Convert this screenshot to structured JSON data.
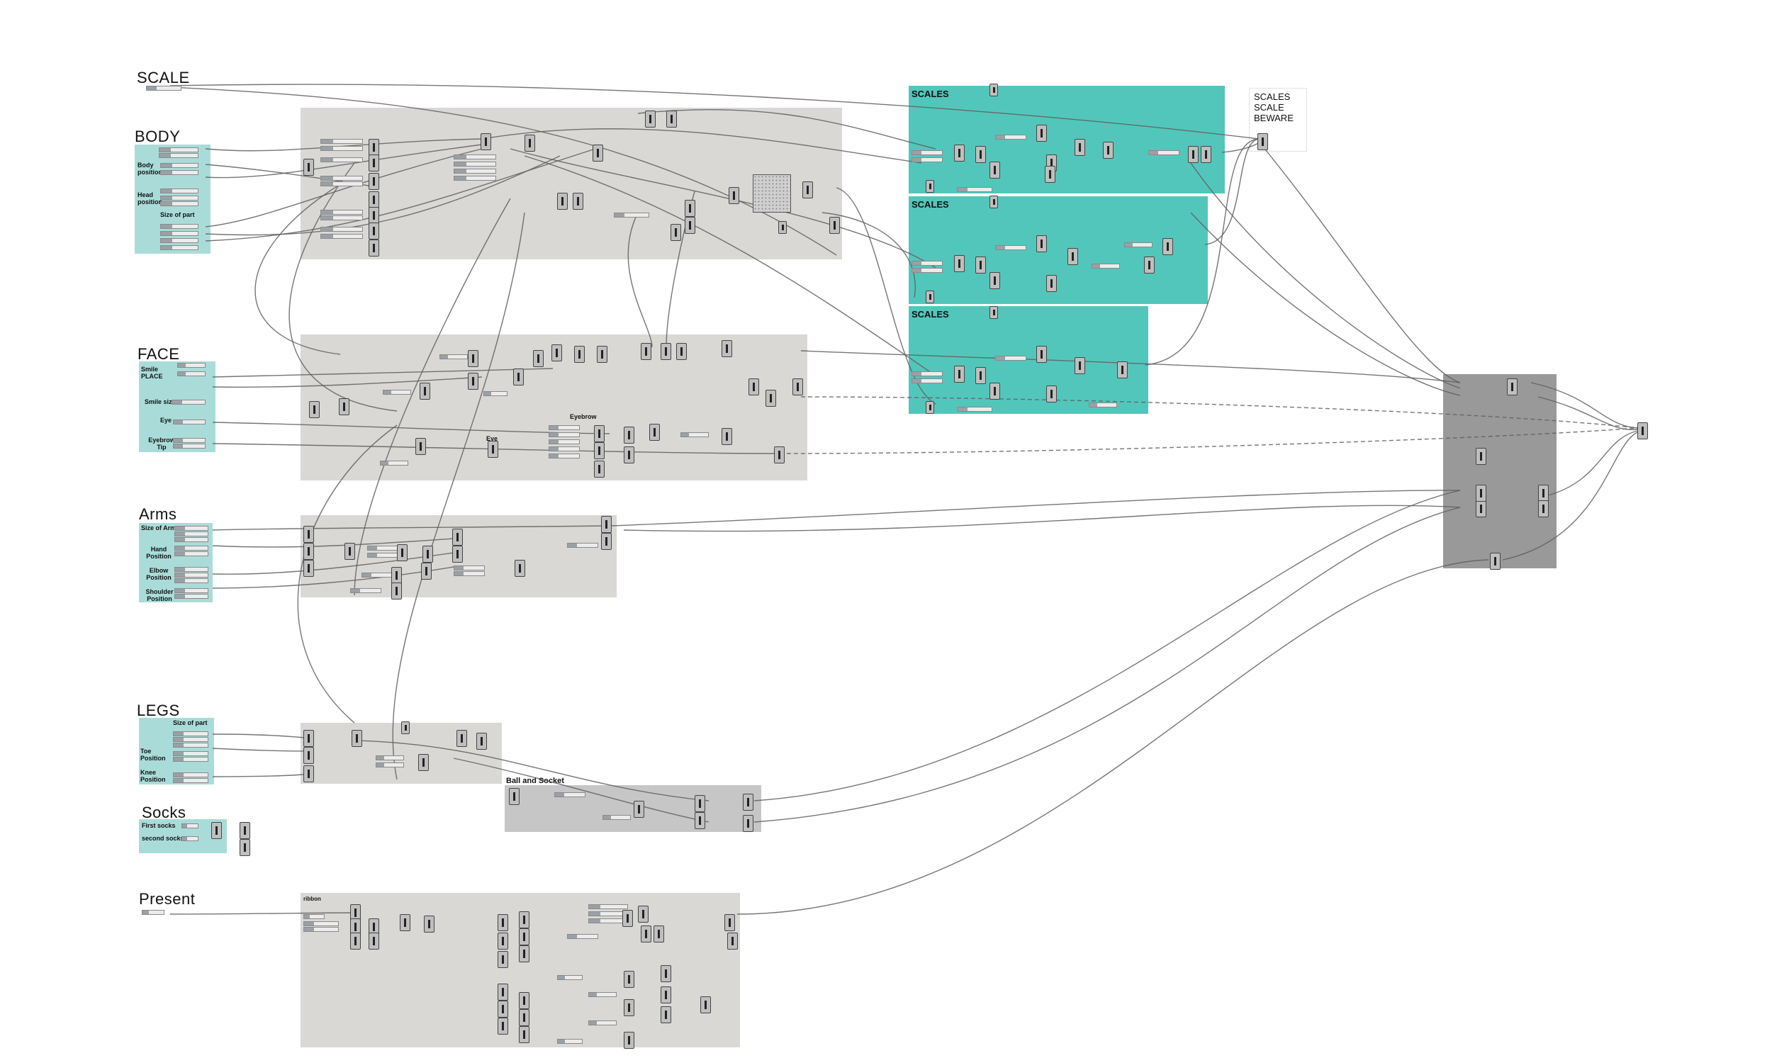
{
  "sections": {
    "scale": "SCALE",
    "body": "BODY",
    "face": "FACE",
    "arms": "Arms",
    "legs": "LEGS",
    "socks": "Socks",
    "present": "Present"
  },
  "group_titles": {
    "scales_1": "SCALES",
    "scales_2": "SCALES",
    "scales_3": "SCALES",
    "eyebrow": "Eyebrow",
    "eye": "Eye",
    "ball_and_socket": "Ball and Socket",
    "ribbon": "ribbon"
  },
  "note": {
    "line1": "SCALES",
    "line2": "SCALE",
    "line3": "BEWARE"
  },
  "body_panel": {
    "body_position": "Body position",
    "head_position": "Head position",
    "size_of_part": "Size of part"
  },
  "face_panel": {
    "smile_place": "Smile PLACE",
    "smile_size": "Smile size",
    "eye": "Eye",
    "eyebrow_tip": "Eyebrow Tip"
  },
  "arms_panel": {
    "size_of_arm": "Size of Arm",
    "hand_position": "Hand Position",
    "elbow_position": "Elbow Position",
    "shoulder_position": "Shoulder Position"
  },
  "legs_panel": {
    "size_of_part": "Size of part",
    "toe_position": "Toe Position",
    "knee_position": "Knee Position"
  },
  "socks_panel": {
    "first_socks": "First socks",
    "second_socks": "second socks"
  },
  "colors": {
    "grey_group": "#d9d8d5",
    "teal_group": "#53c6bb",
    "light_teal_panel": "#a9dcd9",
    "dark_grey_group": "#999999",
    "wire": "#5e5e5e"
  }
}
